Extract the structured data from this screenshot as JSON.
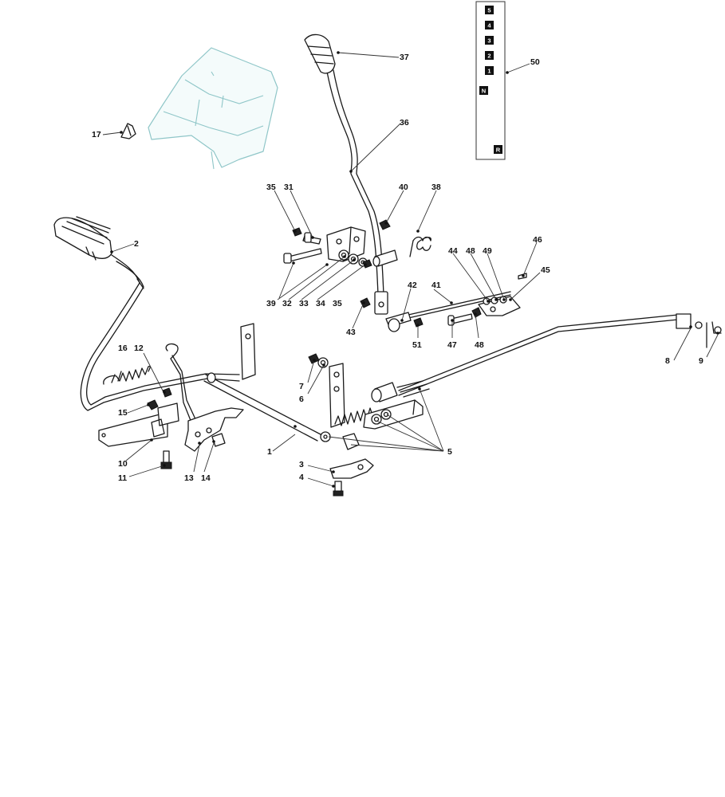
{
  "diagram": {
    "callouts": [
      {
        "id": "c1",
        "label": "1"
      },
      {
        "id": "c2",
        "label": "2"
      },
      {
        "id": "c3",
        "label": "3"
      },
      {
        "id": "c4",
        "label": "4"
      },
      {
        "id": "c5",
        "label": "5"
      },
      {
        "id": "c6",
        "label": "6"
      },
      {
        "id": "c7",
        "label": "7"
      },
      {
        "id": "c8",
        "label": "8"
      },
      {
        "id": "c9",
        "label": "9"
      },
      {
        "id": "c10",
        "label": "10"
      },
      {
        "id": "c11",
        "label": "11"
      },
      {
        "id": "c12",
        "label": "12"
      },
      {
        "id": "c13",
        "label": "13"
      },
      {
        "id": "c14",
        "label": "14"
      },
      {
        "id": "c15",
        "label": "15"
      },
      {
        "id": "c16",
        "label": "16"
      },
      {
        "id": "c17",
        "label": "17"
      },
      {
        "id": "c31",
        "label": "31"
      },
      {
        "id": "c32",
        "label": "32"
      },
      {
        "id": "c33",
        "label": "33"
      },
      {
        "id": "c34",
        "label": "34"
      },
      {
        "id": "c35a",
        "label": "35"
      },
      {
        "id": "c35b",
        "label": "35"
      },
      {
        "id": "c36",
        "label": "36"
      },
      {
        "id": "c37",
        "label": "37"
      },
      {
        "id": "c38",
        "label": "38"
      },
      {
        "id": "c39",
        "label": "39"
      },
      {
        "id": "c40",
        "label": "40"
      },
      {
        "id": "c41",
        "label": "41"
      },
      {
        "id": "c42",
        "label": "42"
      },
      {
        "id": "c43",
        "label": "43"
      },
      {
        "id": "c44",
        "label": "44"
      },
      {
        "id": "c45",
        "label": "45"
      },
      {
        "id": "c46",
        "label": "46"
      },
      {
        "id": "c47",
        "label": "47"
      },
      {
        "id": "c48a",
        "label": "48"
      },
      {
        "id": "c48b",
        "label": "48"
      },
      {
        "id": "c49",
        "label": "49"
      },
      {
        "id": "c50",
        "label": "50"
      },
      {
        "id": "c51",
        "label": "51"
      }
    ],
    "gear_positions": [
      "5",
      "4",
      "3",
      "2",
      "1",
      "N",
      "R"
    ],
    "colors": {
      "ghost_outline": "#8fc6c8",
      "ghost_fill": "#f4fbfb",
      "line": "#1a1a1a"
    }
  }
}
